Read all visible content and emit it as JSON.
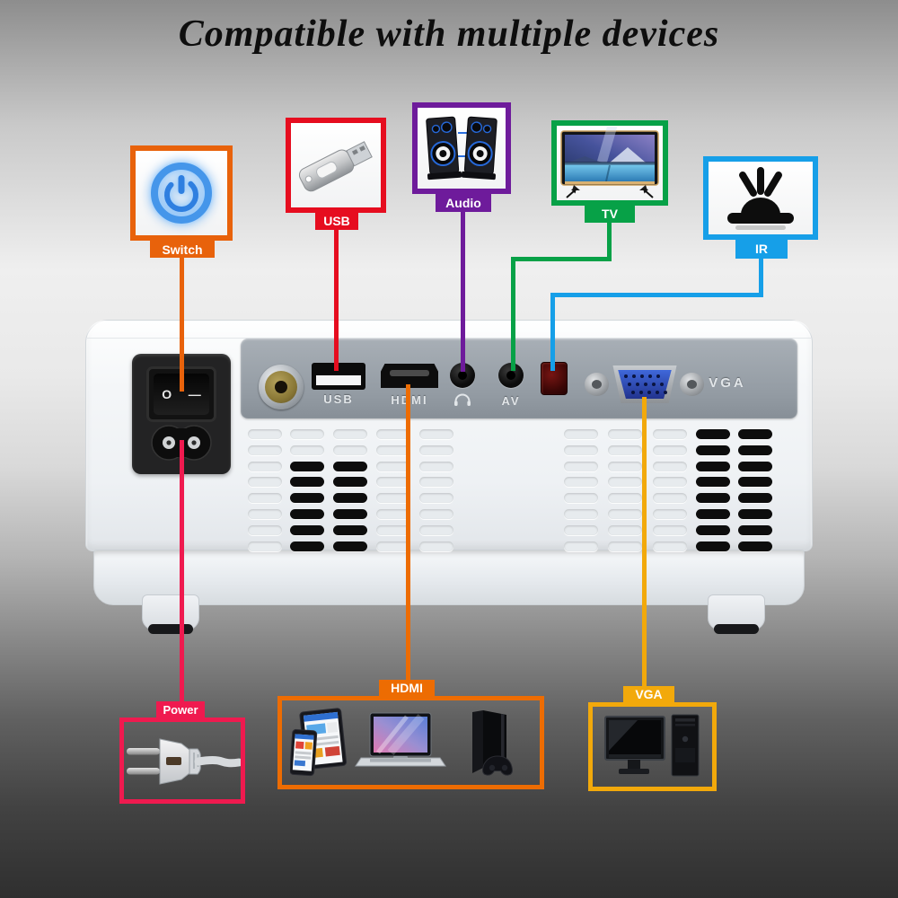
{
  "title": "Compatible with multiple devices",
  "callouts": {
    "switch": {
      "label": "Switch",
      "color": "#E8620B"
    },
    "usb": {
      "label": "USB",
      "color": "#E60D1F"
    },
    "audio": {
      "label": "Audio",
      "color": "#6E1B9B"
    },
    "tv": {
      "label": "TV",
      "color": "#07A147"
    },
    "ir": {
      "label": "IR",
      "color": "#169FE8"
    },
    "power": {
      "label": "Power",
      "color": "#EF1A4F"
    },
    "hdmi": {
      "label": "HDMI",
      "color": "#ED6C02"
    },
    "vga": {
      "label": "VGA",
      "color": "#F2A90B"
    }
  },
  "projector": {
    "port_labels": {
      "usb": "USB",
      "hdmi": "HDMI",
      "av": "AV",
      "vga": "VGA"
    },
    "power_switch": {
      "off_symbol": "O",
      "on_symbol": "—"
    }
  },
  "icons": {
    "switch": "glowing-blue-power-symbol",
    "usb": "usb-flash-drive",
    "audio": "stereo-speaker-pair",
    "tv": "flat-screen-tv",
    "ir": "infrared-sensor-rays",
    "power": "eu-power-plug",
    "hdmi": "tablet-phone-laptop-game-console",
    "vga": "desktop-computer-with-tower"
  }
}
